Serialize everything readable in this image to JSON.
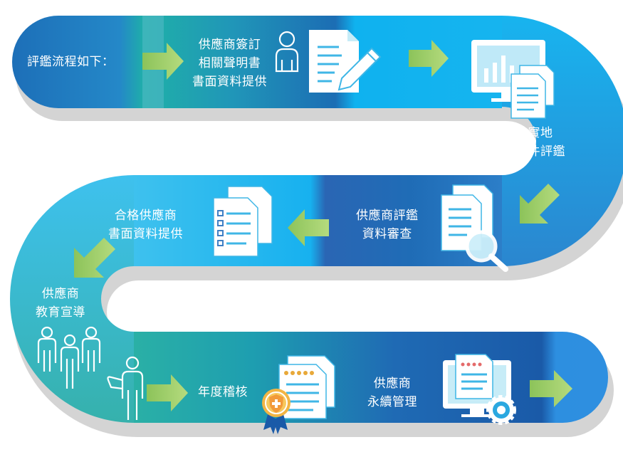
{
  "intro": "評鑑流程如下：",
  "steps": [
    {
      "lines": [
        "供應商簽訂",
        "相關聲明書",
        "書面資料提供"
      ],
      "icons": [
        "person-outline-icon",
        "document-pen-icon"
      ]
    },
    {
      "lines": [
        "實地",
        "文件評鑑"
      ],
      "icons": [
        "monitor-chart-icon",
        "documents-stack-icon"
      ]
    },
    {
      "lines": [
        "供應商評鑑",
        "資料審查"
      ],
      "icons": [
        "documents-magnifier-icon"
      ]
    },
    {
      "lines": [
        "合格供應商",
        "書面資料提供"
      ],
      "icons": [
        "checklist-documents-icon"
      ]
    },
    {
      "lines": [
        "供應商",
        "教育宣導"
      ],
      "icons": [
        "group-people-icon",
        "presenter-icon"
      ]
    },
    {
      "lines": [
        "年度稽核"
      ],
      "icons": [
        "rated-documents-icon",
        "shield-badge-icon"
      ]
    },
    {
      "lines": [
        "供應商",
        "永續管理"
      ],
      "icons": [
        "monitor-rating-gear-icon"
      ]
    }
  ],
  "colors": {
    "teal": "#22b3a6",
    "blue_dark": "#1a68b6",
    "blue_mid": "#1e9ee6",
    "sky": "#12b6f2",
    "sky_light": "#4cc3f0",
    "green_arrow": "#9ccc65",
    "shadow": "#d6d6d6"
  }
}
